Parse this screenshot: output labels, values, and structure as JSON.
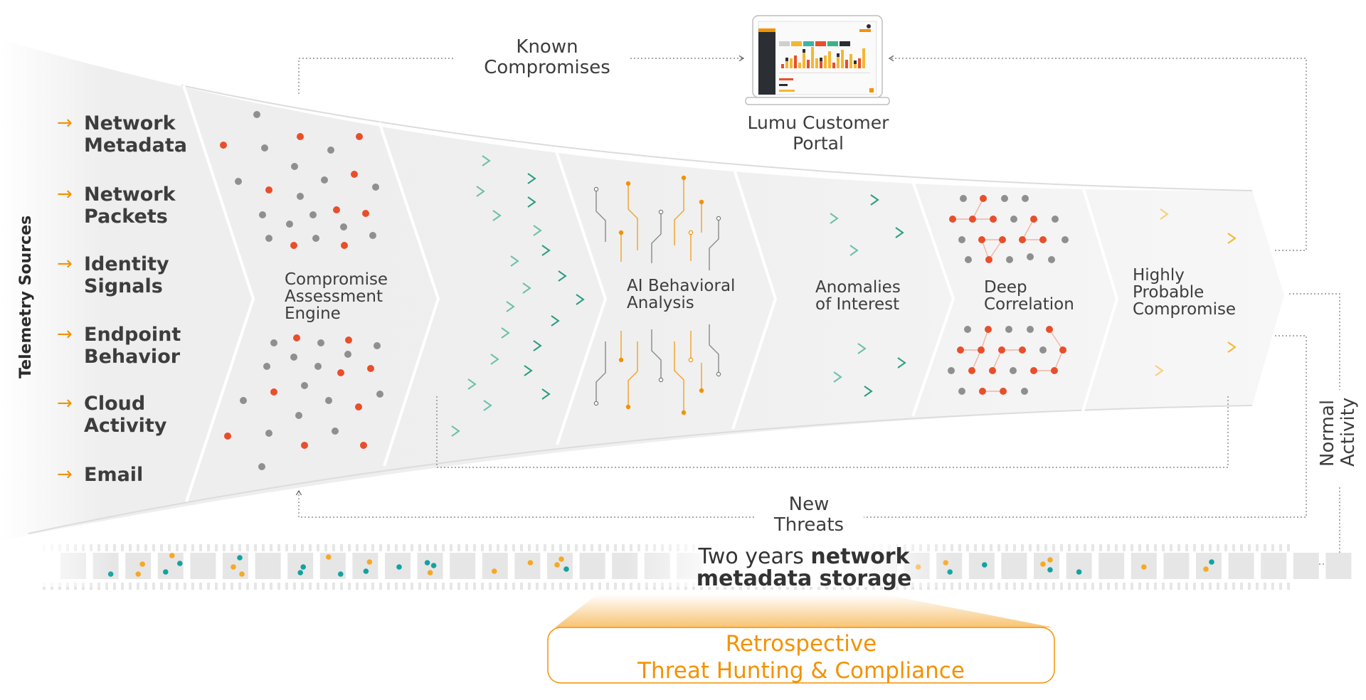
{
  "telemetry": {
    "heading": "Telemetry Sources",
    "sources": [
      {
        "line1": "Network",
        "line2": "Metadata"
      },
      {
        "line1": "Network",
        "line2": "Packets"
      },
      {
        "line1": "Identity",
        "line2": "Signals"
      },
      {
        "line1": "Endpoint",
        "line2": "Behavior"
      },
      {
        "line1": "Cloud",
        "line2": "Activity"
      },
      {
        "line1": "Email",
        "line2": ""
      }
    ],
    "arrow_glyph": "→"
  },
  "stages": [
    {
      "id": "cae",
      "lines": [
        "Compromise",
        "Assessment",
        "Engine"
      ]
    },
    {
      "id": "ai",
      "lines": [
        "AI Behavioral",
        "Analysis"
      ]
    },
    {
      "id": "anomalies",
      "lines": [
        "Anomalies",
        "of Interest"
      ]
    },
    {
      "id": "correlation",
      "lines": [
        "Deep",
        "Correlation"
      ]
    },
    {
      "id": "hpc",
      "lines": [
        "Highly",
        "Probable",
        "Compromise"
      ]
    }
  ],
  "flows": {
    "known": {
      "line1": "Known",
      "line2": "Compromises"
    },
    "new_threats": {
      "line1": "New",
      "line2": "Threats"
    },
    "normal": {
      "line1": "Normal",
      "line2": "Activity"
    }
  },
  "portal": {
    "line1": "Lumu Customer",
    "line2": "Portal"
  },
  "storage": {
    "prefix": "Two years ",
    "bold1": "network",
    "line2": "metadata storage"
  },
  "retro": {
    "line1": "Retrospective",
    "line2": "Threat Hunting & Compliance"
  },
  "colors": {
    "accent_orange": "#f39200",
    "dot_red": "#e94e2a",
    "dot_gray": "#8f8f8f",
    "teal": "#2a9d80",
    "storage_teal": "#12a2a0",
    "storage_orange": "#f7a823",
    "text": "#3d3d3d"
  }
}
